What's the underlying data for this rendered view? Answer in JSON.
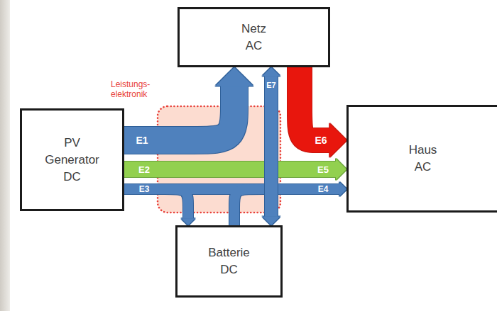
{
  "diagram": {
    "nodes": [
      {
        "text": [
          "Netz AC"
        ]
      },
      {
        "text": [
          "Leistungs- elektronik"
        ]
      },
      {
        "text": [
          "PV Generator DC"
        ]
      },
      {
        "text": [
          "Haus AC"
        ]
      },
      {
        "text": [
          "Batterie DC"
        ]
      }
    ],
    "edges": [
      {
        "from": 2,
        "to": 0,
        "arrow": "to",
        "label": "E1"
      },
      {
        "from": 2,
        "to": 3,
        "arrow": "to",
        "label": "E2"
      },
      {
        "from": 2,
        "to": 3,
        "arrow": "to",
        "label": "E3"
      },
      {
        "from": 2,
        "to": 4,
        "arrow": "to"
      },
      {
        "from": 4,
        "to": 3,
        "arrow": "to",
        "label": "E4"
      },
      {
        "from": 0,
        "to": 3,
        "arrow": "to",
        "label": "E6"
      },
      {
        "from": 0,
        "to": 4,
        "arrow": "both",
        "label": "E7"
      }
    ],
    "labels": [
      "E5"
    ]
  }
}
